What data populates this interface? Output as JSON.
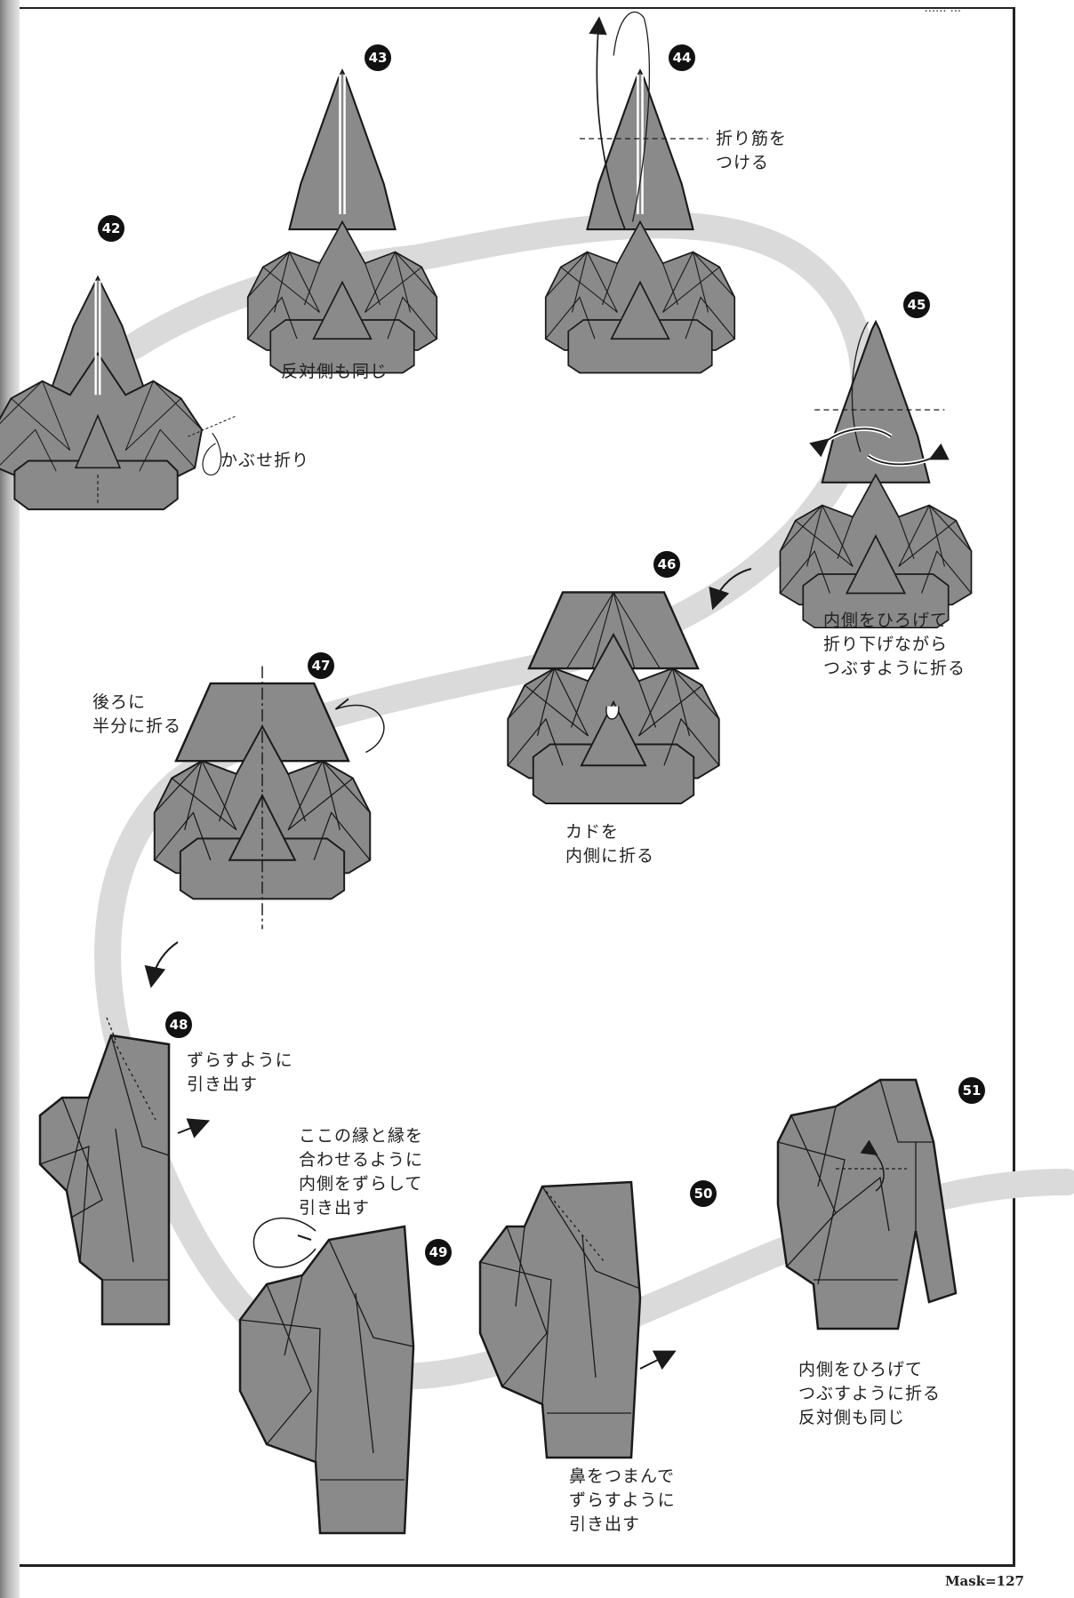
{
  "page": {
    "running_head": "......  ...",
    "footer": "Mask=127"
  },
  "steps": [
    {
      "number": "42",
      "caption": "かぶせ折り"
    },
    {
      "number": "43",
      "caption": "反対側も同じ"
    },
    {
      "number": "44",
      "caption": "折り筋を\nつける"
    },
    {
      "number": "45",
      "caption": "内側をひろげて\n折り下げながら\nつぶすように折る"
    },
    {
      "number": "46",
      "caption": "カドを\n内側に折る"
    },
    {
      "number": "47",
      "caption": "後ろに\n半分に折る"
    },
    {
      "number": "48",
      "caption": "ずらすように\n引き出す"
    },
    {
      "number": "49",
      "caption": "ここの縁と縁を\n合わせるように\n内側をずらして\n引き出す"
    },
    {
      "number": "50",
      "caption": "鼻をつまんで\nずらすように\n引き出す"
    },
    {
      "number": "51",
      "caption": "内側をひろげて\nつぶすように折る\n反対側も同じ"
    }
  ],
  "colors": {
    "paper_gray": "#8a8a8a",
    "paper_dark": "#6f6f6f",
    "line": "#1a1a1a",
    "path_band": "#d9d9d9"
  }
}
